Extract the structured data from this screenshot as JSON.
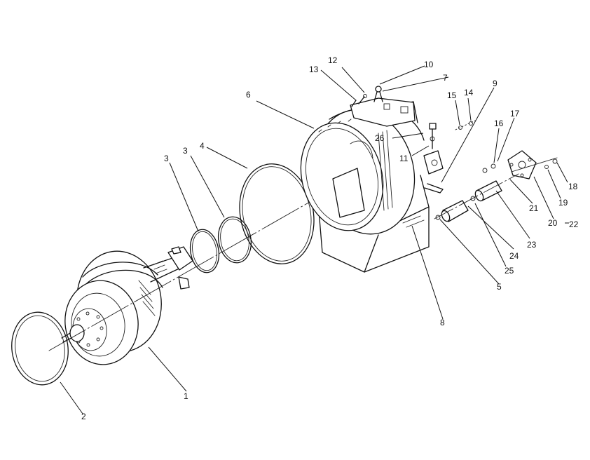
{
  "callouts": [
    {
      "id": "c1",
      "text": "1"
    },
    {
      "id": "c2",
      "text": "2"
    },
    {
      "id": "c3a",
      "text": "3"
    },
    {
      "id": "c3b",
      "text": "3"
    },
    {
      "id": "c4",
      "text": "4"
    },
    {
      "id": "c5",
      "text": "5"
    },
    {
      "id": "c6",
      "text": "6"
    },
    {
      "id": "c7",
      "text": "7"
    },
    {
      "id": "c8",
      "text": "8"
    },
    {
      "id": "c9",
      "text": "9"
    },
    {
      "id": "c10",
      "text": "10"
    },
    {
      "id": "c11",
      "text": "11"
    },
    {
      "id": "c12",
      "text": "12"
    },
    {
      "id": "c13",
      "text": "13"
    },
    {
      "id": "c14",
      "text": "14"
    },
    {
      "id": "c15",
      "text": "15"
    },
    {
      "id": "c16",
      "text": "16"
    },
    {
      "id": "c17",
      "text": "17"
    },
    {
      "id": "c18",
      "text": "18"
    },
    {
      "id": "c19",
      "text": "19"
    },
    {
      "id": "c20",
      "text": "20"
    },
    {
      "id": "c21",
      "text": "21"
    },
    {
      "id": "c22",
      "text": "22"
    },
    {
      "id": "c23",
      "text": "23"
    },
    {
      "id": "c24",
      "text": "24"
    },
    {
      "id": "c25",
      "text": "25"
    },
    {
      "id": "c26",
      "text": "26"
    }
  ],
  "line_color": "#111111",
  "background": "#ffffff"
}
